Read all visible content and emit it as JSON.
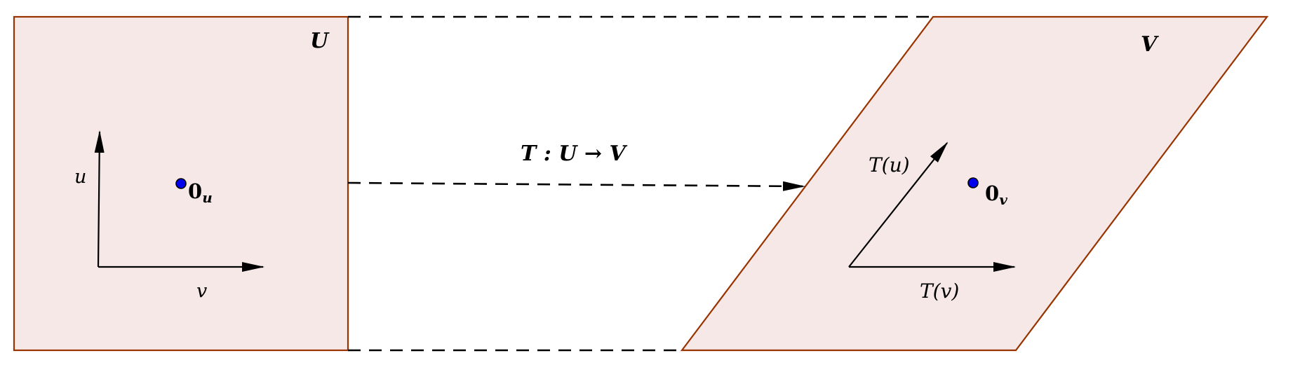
{
  "colors": {
    "region_fill": "#f5e8e6",
    "region_stroke": "#993300",
    "arrow": "#000000",
    "dash": "#000000",
    "origin_dot": "#0000ee"
  },
  "spaces": {
    "domain": {
      "label": "U"
    },
    "codomain": {
      "label": "V"
    }
  },
  "map_label": "T : U → V",
  "domain_vectors": {
    "u_label": "u",
    "v_label": "v",
    "origin_label": "0",
    "origin_sub": "u"
  },
  "codomain_vectors": {
    "u_label": "T(u)",
    "v_label": "T(v)",
    "origin_label": "0",
    "origin_sub": "v"
  }
}
